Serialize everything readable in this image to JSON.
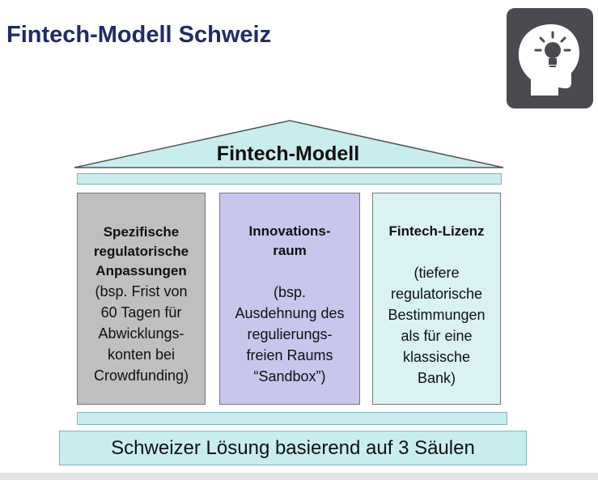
{
  "slide": {
    "title": "Fintech-Modell Schweiz",
    "icon": "lightbulb-head-icon"
  },
  "diagram": {
    "roof_label": "Fintech-Modell",
    "pillars": [
      {
        "heading": "Spezifische\nregulatorische\nAnpassungen",
        "body": "(bsp. Frist von\n60 Tagen für\nAbwicklungs-\nkonten bei\nCrowdfunding)",
        "color": "#bfbfbf"
      },
      {
        "heading": "Innovations-\nraum",
        "body": "(bsp.\nAusdehnung des\nregulierungs-\nfreien Raums\n“Sandbox”)",
        "color": "#c9c6ee"
      },
      {
        "heading": "Fintech-Lizenz",
        "body": "(tiefere\nregulatorische\nBestimmungen\nals für eine\nklassische\nBank)",
        "color": "#daf2f4"
      }
    ],
    "base_label": "Schweizer Lösung basierend auf 3 Säulen",
    "accent_color": "#c9ecef",
    "title_color": "#1f2a6b"
  }
}
